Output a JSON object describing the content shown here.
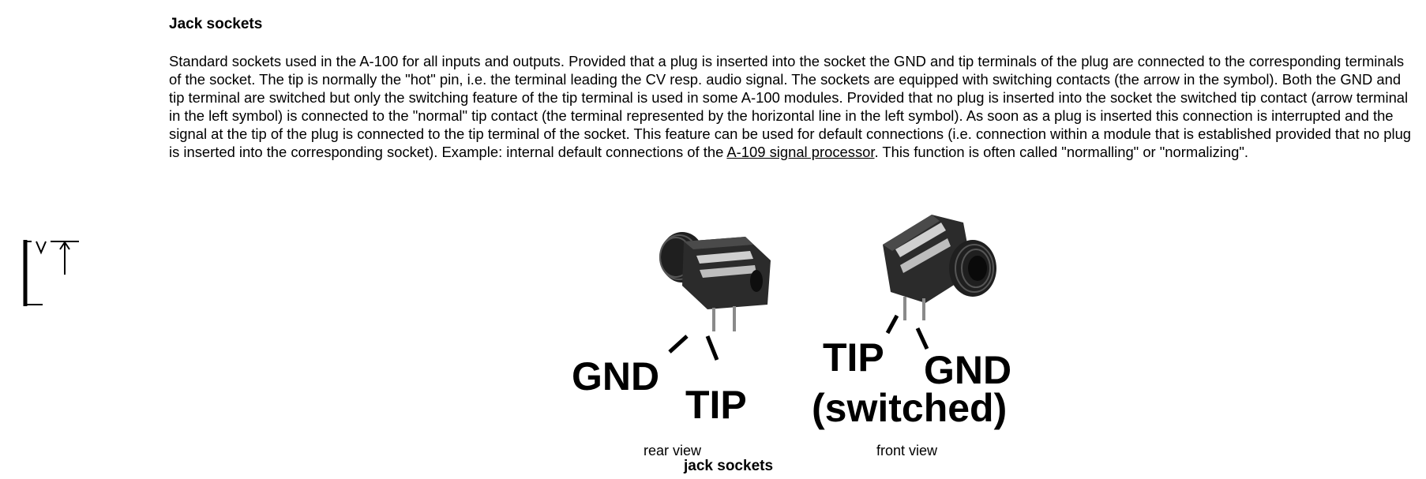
{
  "section": {
    "heading": "Jack sockets"
  },
  "paragraph": {
    "before_link": "Standard sockets used in the A-100 for all inputs and outputs. Provided that a plug is inserted into the socket the GND and tip terminals of the plug are connected to the corresponding terminals of the socket. The tip is normally the \"hot\" pin, i.e. the terminal leading the CV resp. audio signal. The sockets are equipped with switching contacts (the arrow in the symbol). Both the GND and tip terminal are switched but only the switching feature of the tip terminal is used in some A-100 modules. Provided that no plug is inserted into the socket the switched tip contact (arrow terminal in the left symbol) is connected to the \"normal\" tip contact (the terminal represented by the horizontal line in the left symbol). As soon as a plug is inserted this connection is interrupted and the signal at the tip of the plug is connected to the tip terminal of the socket. This feature can be used for default connections (i.e. connection within a module that is established provided that no plug is inserted into the corresponding socket). Example: internal default connections of the ",
    "link_text": "A-109 signal processor",
    "after_link": ". This function is often called \"normalling\" or \"normalizing\"."
  },
  "figure": {
    "rear": {
      "label_gnd": "GND",
      "label_tip": "TIP",
      "caption": "rear view"
    },
    "front": {
      "label_tip": "TIP",
      "label_gnd": "GND",
      "label_switched": "(switched)",
      "caption": "front view"
    },
    "title": "jack sockets"
  },
  "icons": {
    "symbol": "jack-socket-schematic-icon",
    "rear_photo": "jack-socket-rear-photo",
    "front_photo": "jack-socket-front-photo"
  }
}
